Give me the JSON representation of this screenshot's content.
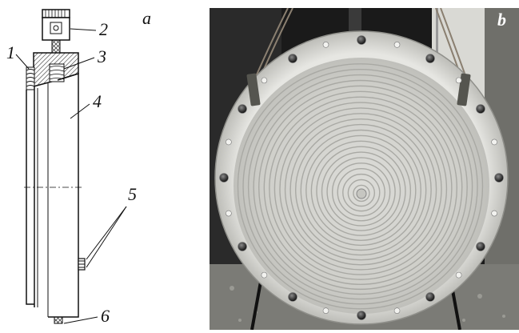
{
  "panel_a": {
    "letter": "a",
    "callouts": [
      "1",
      "2",
      "3",
      "4",
      "5",
      "6"
    ]
  },
  "panel_b": {
    "letter": "b"
  }
}
